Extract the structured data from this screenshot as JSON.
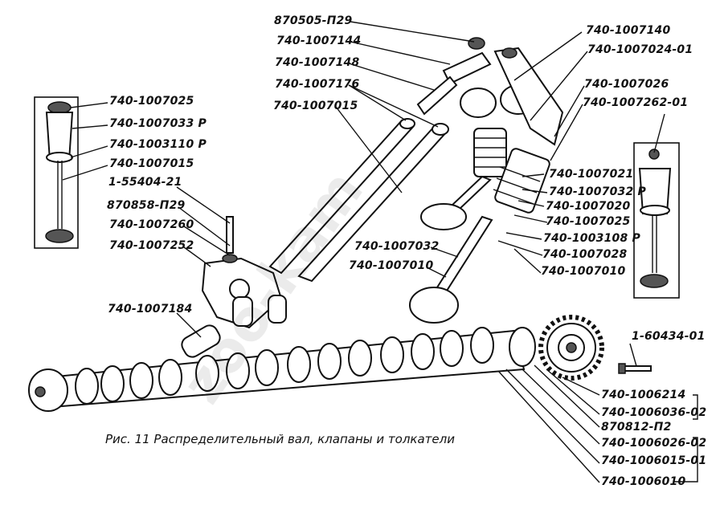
{
  "caption": "Рис. 11 Распределительный вал, клапаны и толкатели",
  "watermark": "zoo-kam",
  "labels": {
    "l1": "870505-П29",
    "l2": "740-1007144",
    "l3": "740-1007148",
    "l4": "740-1007176",
    "l5": "740-1007015",
    "l6": "740-1007140",
    "l7": "740-1007024-01",
    "l8": "740-1007026",
    "l9": "740-1007262-01",
    "l10": "740-1007025",
    "l11": "740-1007033 Р",
    "l12": "740-1003110 Р",
    "l13": "740-1007015",
    "l14": "1-55404-21",
    "l15": "870858-П29",
    "l16": "740-1007260",
    "l17": "740-1007252",
    "l18": "740-1007021",
    "l19": "740-1007032 Р",
    "l20": "740-1007020",
    "l21": "740-1007025",
    "l22": "740-1003108 Р",
    "l23": "740-1007028",
    "l24": "740-1007010",
    "l25": "740-1007032",
    "l26": "740-1007010",
    "l27": "740-1007184",
    "l28": "1-60434-01",
    "l29": "740-1006214",
    "l30": "740-1006036-02",
    "l31": "870812-П2",
    "l32": "740-1006026-02",
    "l33": "740-1006015-01",
    "l34": "740-1006010"
  }
}
